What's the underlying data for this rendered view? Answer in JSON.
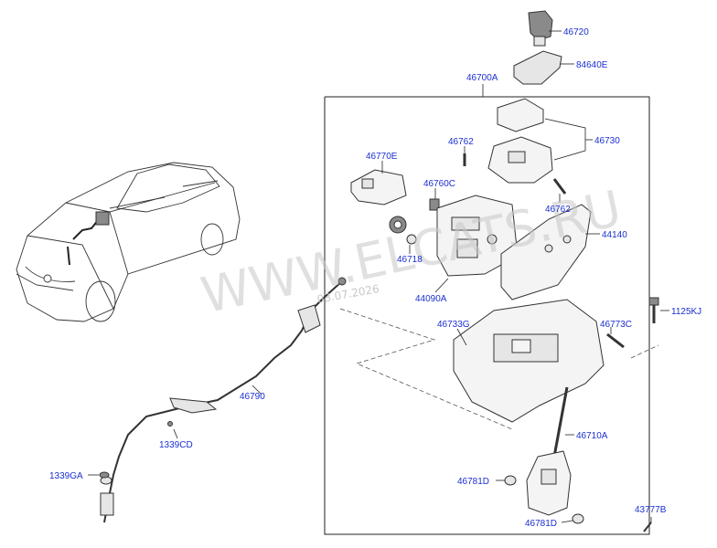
{
  "diagram": {
    "callouts": {
      "p46720": "46720",
      "p84640E": "84640E",
      "p46700A": "46700A",
      "p46762a": "46762",
      "p46730": "46730",
      "p46770E": "46770E",
      "p46760C": "46760C",
      "p46762b": "46762",
      "p44140": "44140",
      "p46718": "46718",
      "p44090A": "44090A",
      "p1125KJ": "1125KJ",
      "p46733G": "46733G",
      "p46773C": "46773C",
      "p46790": "46790",
      "p1339CD": "1339CD",
      "p46710A": "46710A",
      "p1339GA": "1339GA",
      "p46781Da": "46781D",
      "p46781Db": "46781D",
      "p43777B": "43777B"
    },
    "watermark": {
      "site": "WWW.ELCATS.RU",
      "date": "03.07.2026"
    }
  }
}
